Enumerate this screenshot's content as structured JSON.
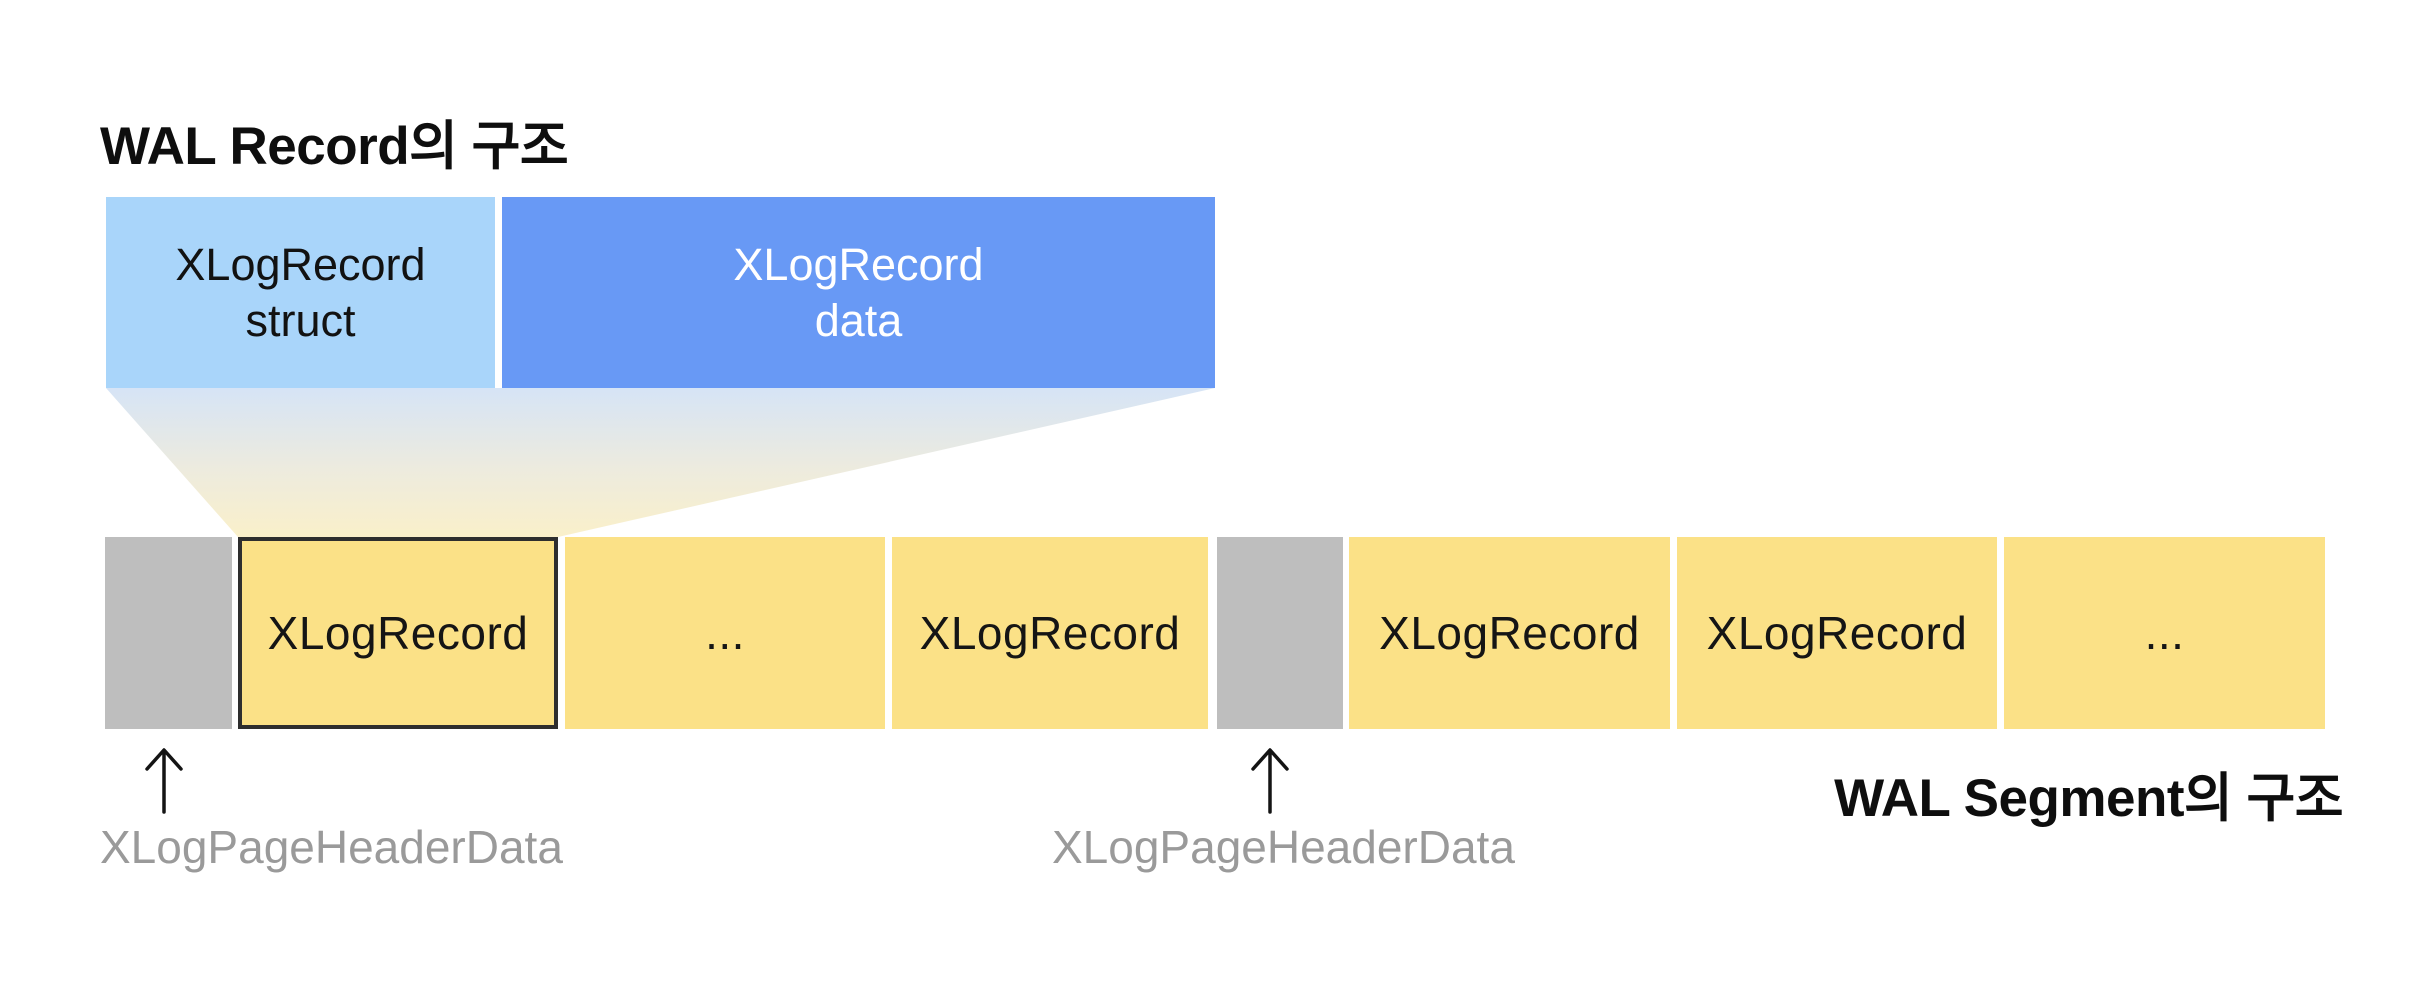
{
  "colors": {
    "background": "#FFFFFF",
    "light_blue_box": "#A9D5FA",
    "blue_box": "#6899F5",
    "yellow_cell": "#FBE187",
    "gray_cell": "#BEBEBE",
    "highlight_border": "#2E2E2E",
    "dark_text": "#0E0E0E",
    "white_text": "#FFFFFF",
    "annotation_gray": "#9A9A9A",
    "funnel_top": "#D6E4F6",
    "funnel_bottom": "#FAF0CA"
  },
  "wal_record": {
    "title": "WAL Record의 구조",
    "struct_box": {
      "line1": "XLogRecord",
      "line2": "struct"
    },
    "data_box": {
      "line1": "XLogRecord",
      "line2": "data"
    }
  },
  "wal_segment": {
    "title": "WAL Segment의 구조",
    "cells": [
      {
        "type": "page-header",
        "label": ""
      },
      {
        "type": "record",
        "label": "XLogRecord",
        "highlighted": true
      },
      {
        "type": "record",
        "label": "..."
      },
      {
        "type": "record",
        "label": "XLogRecord"
      },
      {
        "type": "page-header",
        "label": ""
      },
      {
        "type": "record",
        "label": "XLogRecord"
      },
      {
        "type": "record",
        "label": "XLogRecord"
      },
      {
        "type": "record",
        "label": "..."
      }
    ],
    "annotations": [
      {
        "label": "XLogPageHeaderData"
      },
      {
        "label": "XLogPageHeaderData"
      }
    ]
  }
}
